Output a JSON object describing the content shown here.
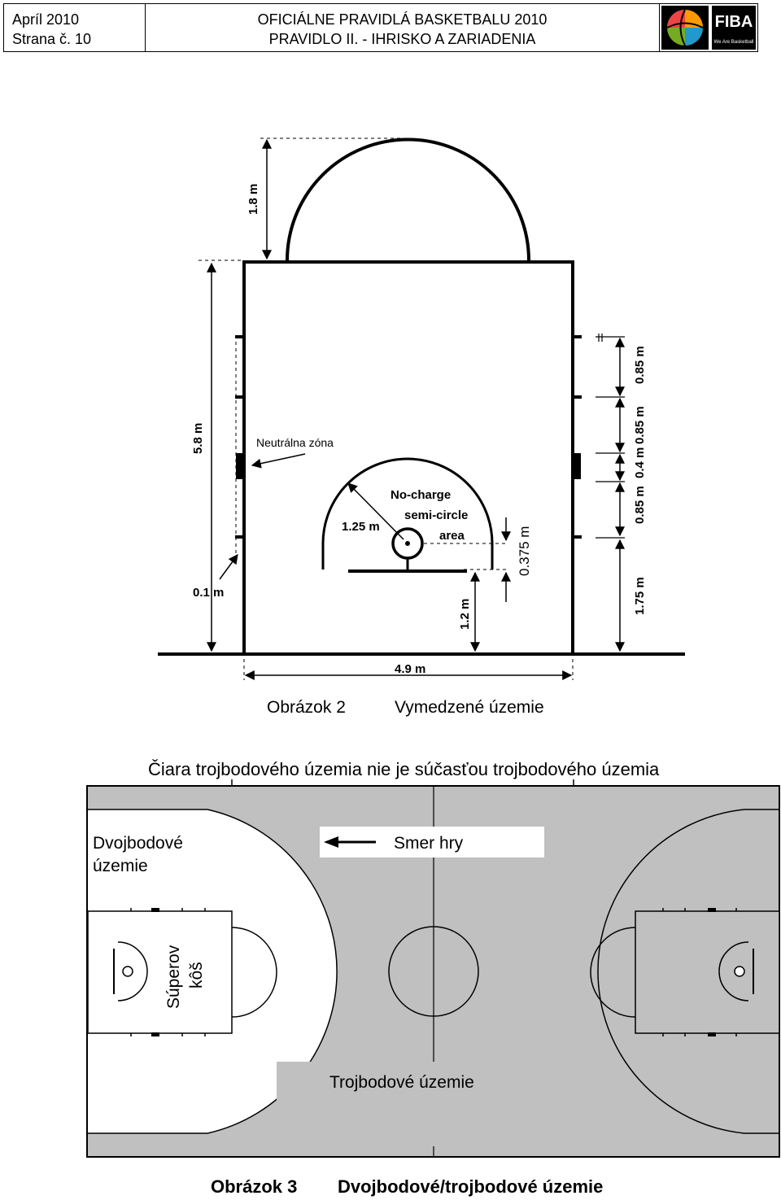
{
  "header": {
    "date": "Apríl 2010",
    "page": "Strana č. 10",
    "title": "OFICIÁLNE PRAVIDLÁ BASKETBALU 2010",
    "subtitle": "PRAVIDLO II. - IHRISKO A ZARIADENIA",
    "logo_text": "FIBA",
    "logo_tagline": "We Are Basketball",
    "logo_icon": "basketball-globe-icon"
  },
  "figure2": {
    "dim_1_8": "1.8 m",
    "dim_5_8": "5.8 m",
    "neutral_zone": "Neutrálna zóna",
    "dim_0_1": "0.1 m",
    "dim_1_25": "1.25 m",
    "no_charge_1": "No-charge",
    "no_charge_2": "semi-circle",
    "no_charge_3": "area",
    "dim_0_375": "0.375 m",
    "dim_1_2": "1.2 m",
    "dim_4_9": "4.9 m",
    "dim_0_85_top": "0.85 m",
    "dim_0_85_mid": "0.85 m",
    "dim_0_4": "0.4 m",
    "dim_0_85_low": "0.85 m",
    "dim_1_75": "1.75 m",
    "caption_label": "Obrázok 2",
    "caption_text": "Vymedzené územie"
  },
  "figure3": {
    "top_note": "Čiara trojbodového územia nie je súčasťou trojbodového územia",
    "two_point_1": "Dvojbodové",
    "two_point_2": "územie",
    "direction": "Smer hry",
    "opponent_1": "Súperov",
    "opponent_2": "kôš",
    "three_point": "Trojbodové územie",
    "caption_label": "Obrázok 3",
    "caption_text": "Dvojbodové/trojbodové územie",
    "court_color": "#c0c0c0"
  }
}
